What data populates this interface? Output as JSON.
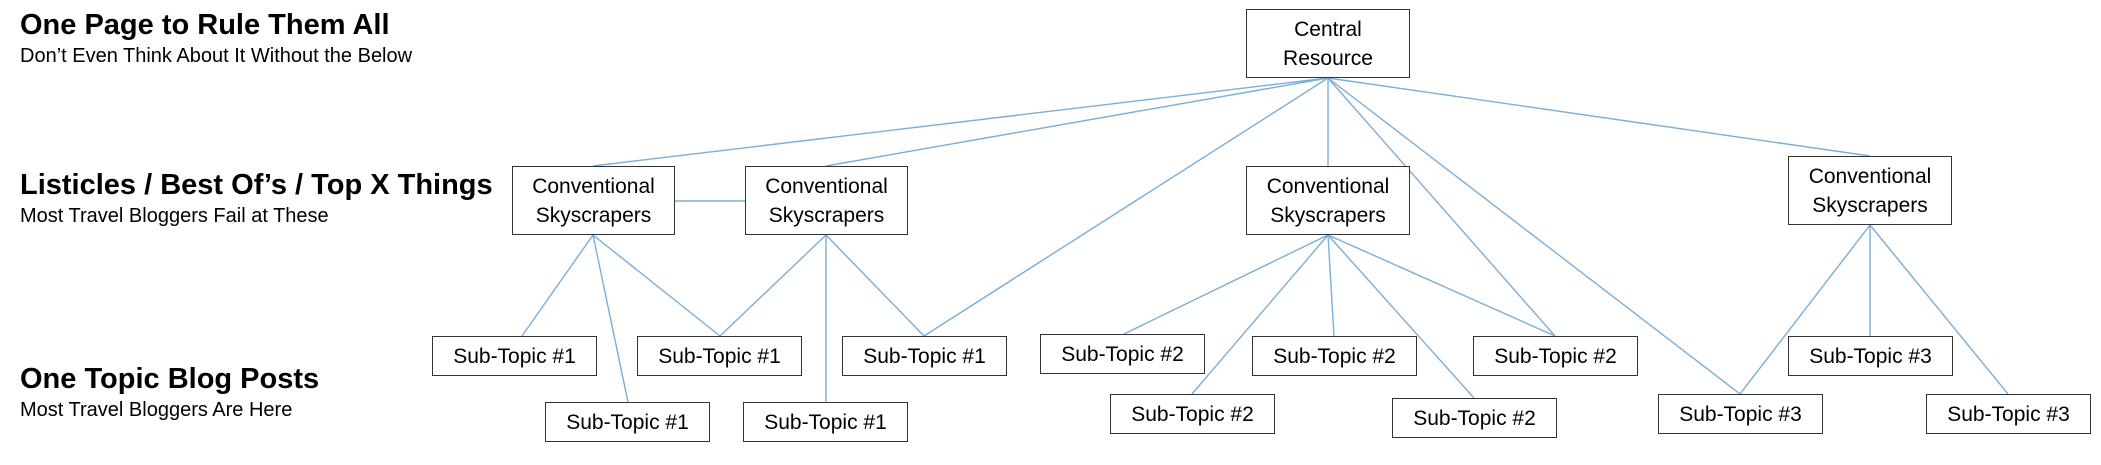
{
  "labels": {
    "pillar": {
      "title": "One Page to Rule Them All",
      "subtitle": "Don’t Even Think About It Without the Below"
    },
    "listicles": {
      "title": "Listicles / Best Of’s / Top X Things",
      "subtitle": "Most Travel Bloggers Fail at These"
    },
    "blog_posts": {
      "title": "One Topic Blog Posts",
      "subtitle": "Most Travel Bloggers Are Here"
    }
  },
  "colors": {
    "connector": "#7aaed8",
    "node_border": "#333333",
    "text": "#000000"
  },
  "nodes": {
    "central": "Central\nResource",
    "cluster_a": "Conventional\nSkyscrapers",
    "cluster_b": "Conventional\nSkyscrapers",
    "cluster_c": "Conventional\nSkyscrapers",
    "cluster_d": "Conventional\nSkyscrapers",
    "sub_a1": "Sub-Topic #1",
    "sub_a2": "Sub-Topic #1",
    "sub_a3": "Sub-Topic #1",
    "sub_a4": "Sub-Topic #1",
    "sub_a5": "Sub-Topic #1",
    "sub_b1": "Sub-Topic #2",
    "sub_b2": "Sub-Topic #2",
    "sub_b3": "Sub-Topic #2",
    "sub_b4": "Sub-Topic #2",
    "sub_b5": "Sub-Topic #2",
    "sub_c1": "Sub-Topic #3",
    "sub_c2": "Sub-Topic #3",
    "sub_c3": "Sub-Topic #3"
  }
}
